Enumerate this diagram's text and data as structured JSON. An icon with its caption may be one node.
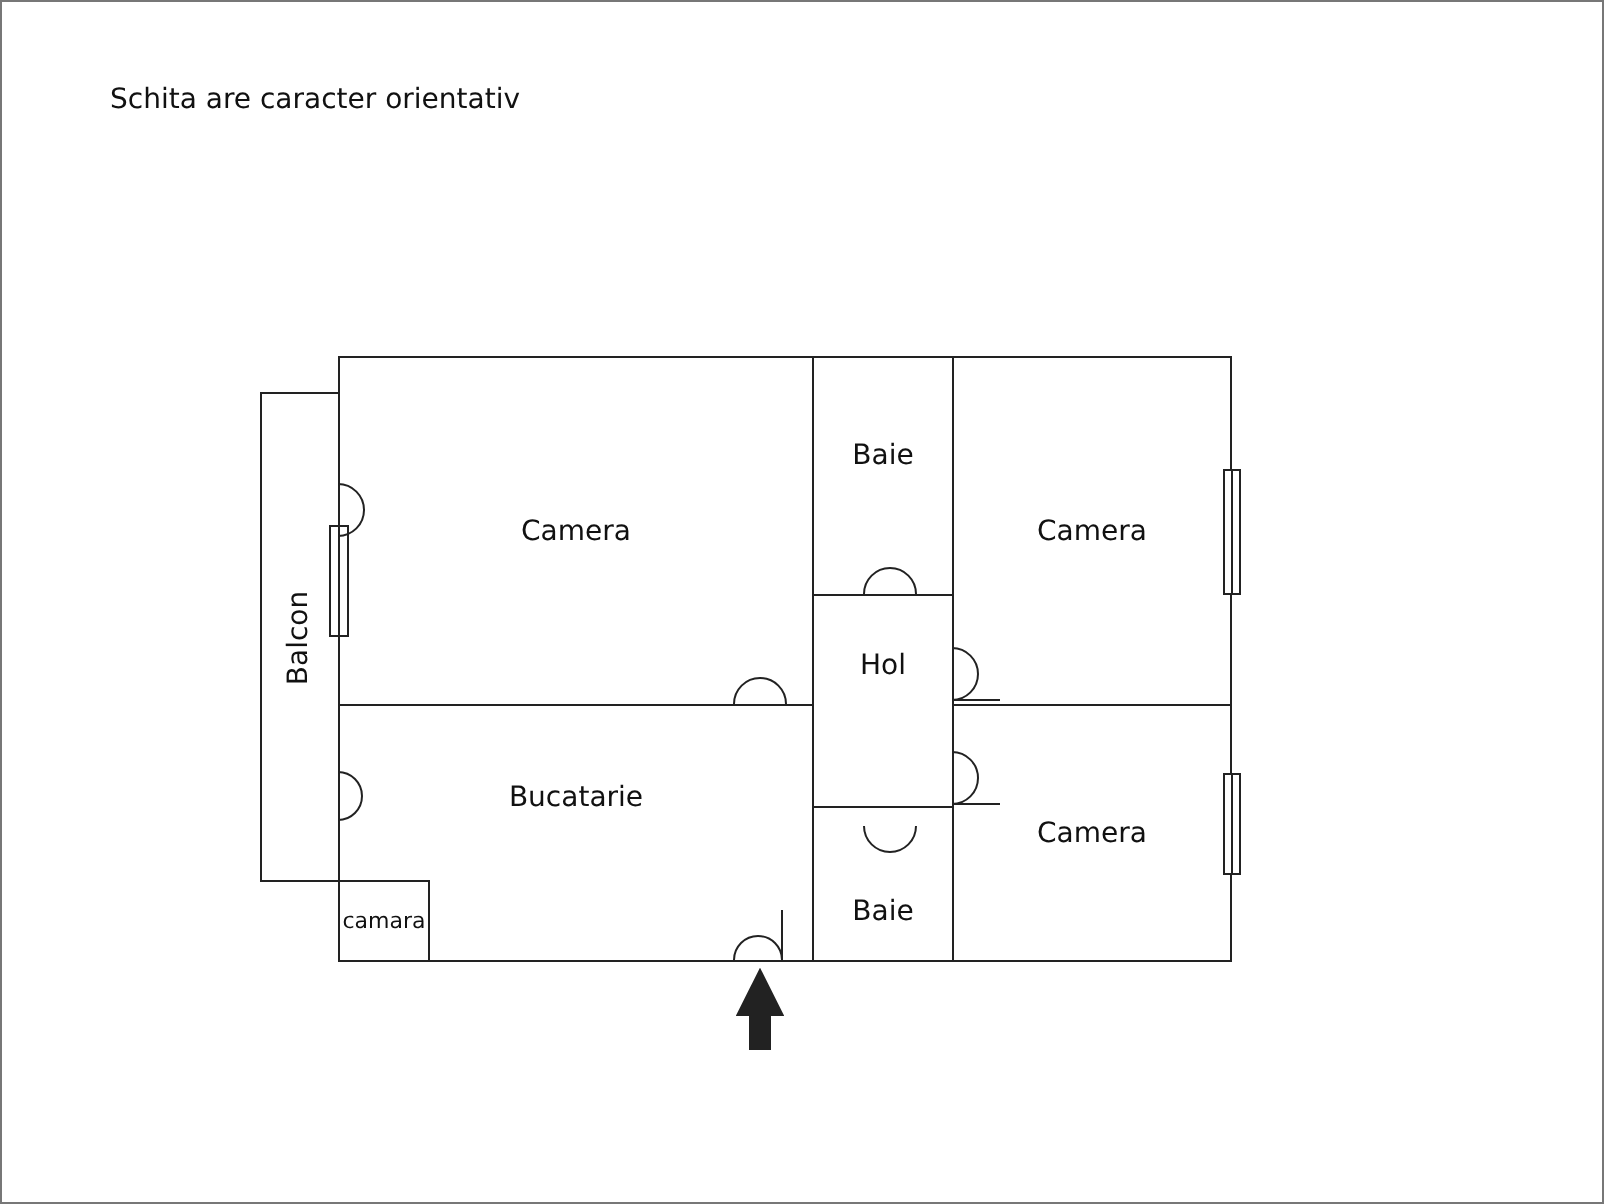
{
  "diagram": {
    "title": "Schita are caracter orientativ",
    "nodes": [
      {
        "text": [
          "Camera"
        ]
      },
      {
        "text": [
          "Baie"
        ]
      },
      {
        "text": [
          "Camera"
        ]
      },
      {
        "text": [
          "Balcon"
        ]
      },
      {
        "text": [
          "Hol"
        ]
      },
      {
        "text": [
          "Bucatarie"
        ]
      },
      {
        "text": [
          "Camera"
        ]
      },
      {
        "text": [
          "camara"
        ],
        "in": 5
      },
      {
        "text": [
          "Baie"
        ]
      }
    ],
    "edges": [
      {
        "from": null,
        "to": 5,
        "arrow": "to"
      }
    ]
  }
}
